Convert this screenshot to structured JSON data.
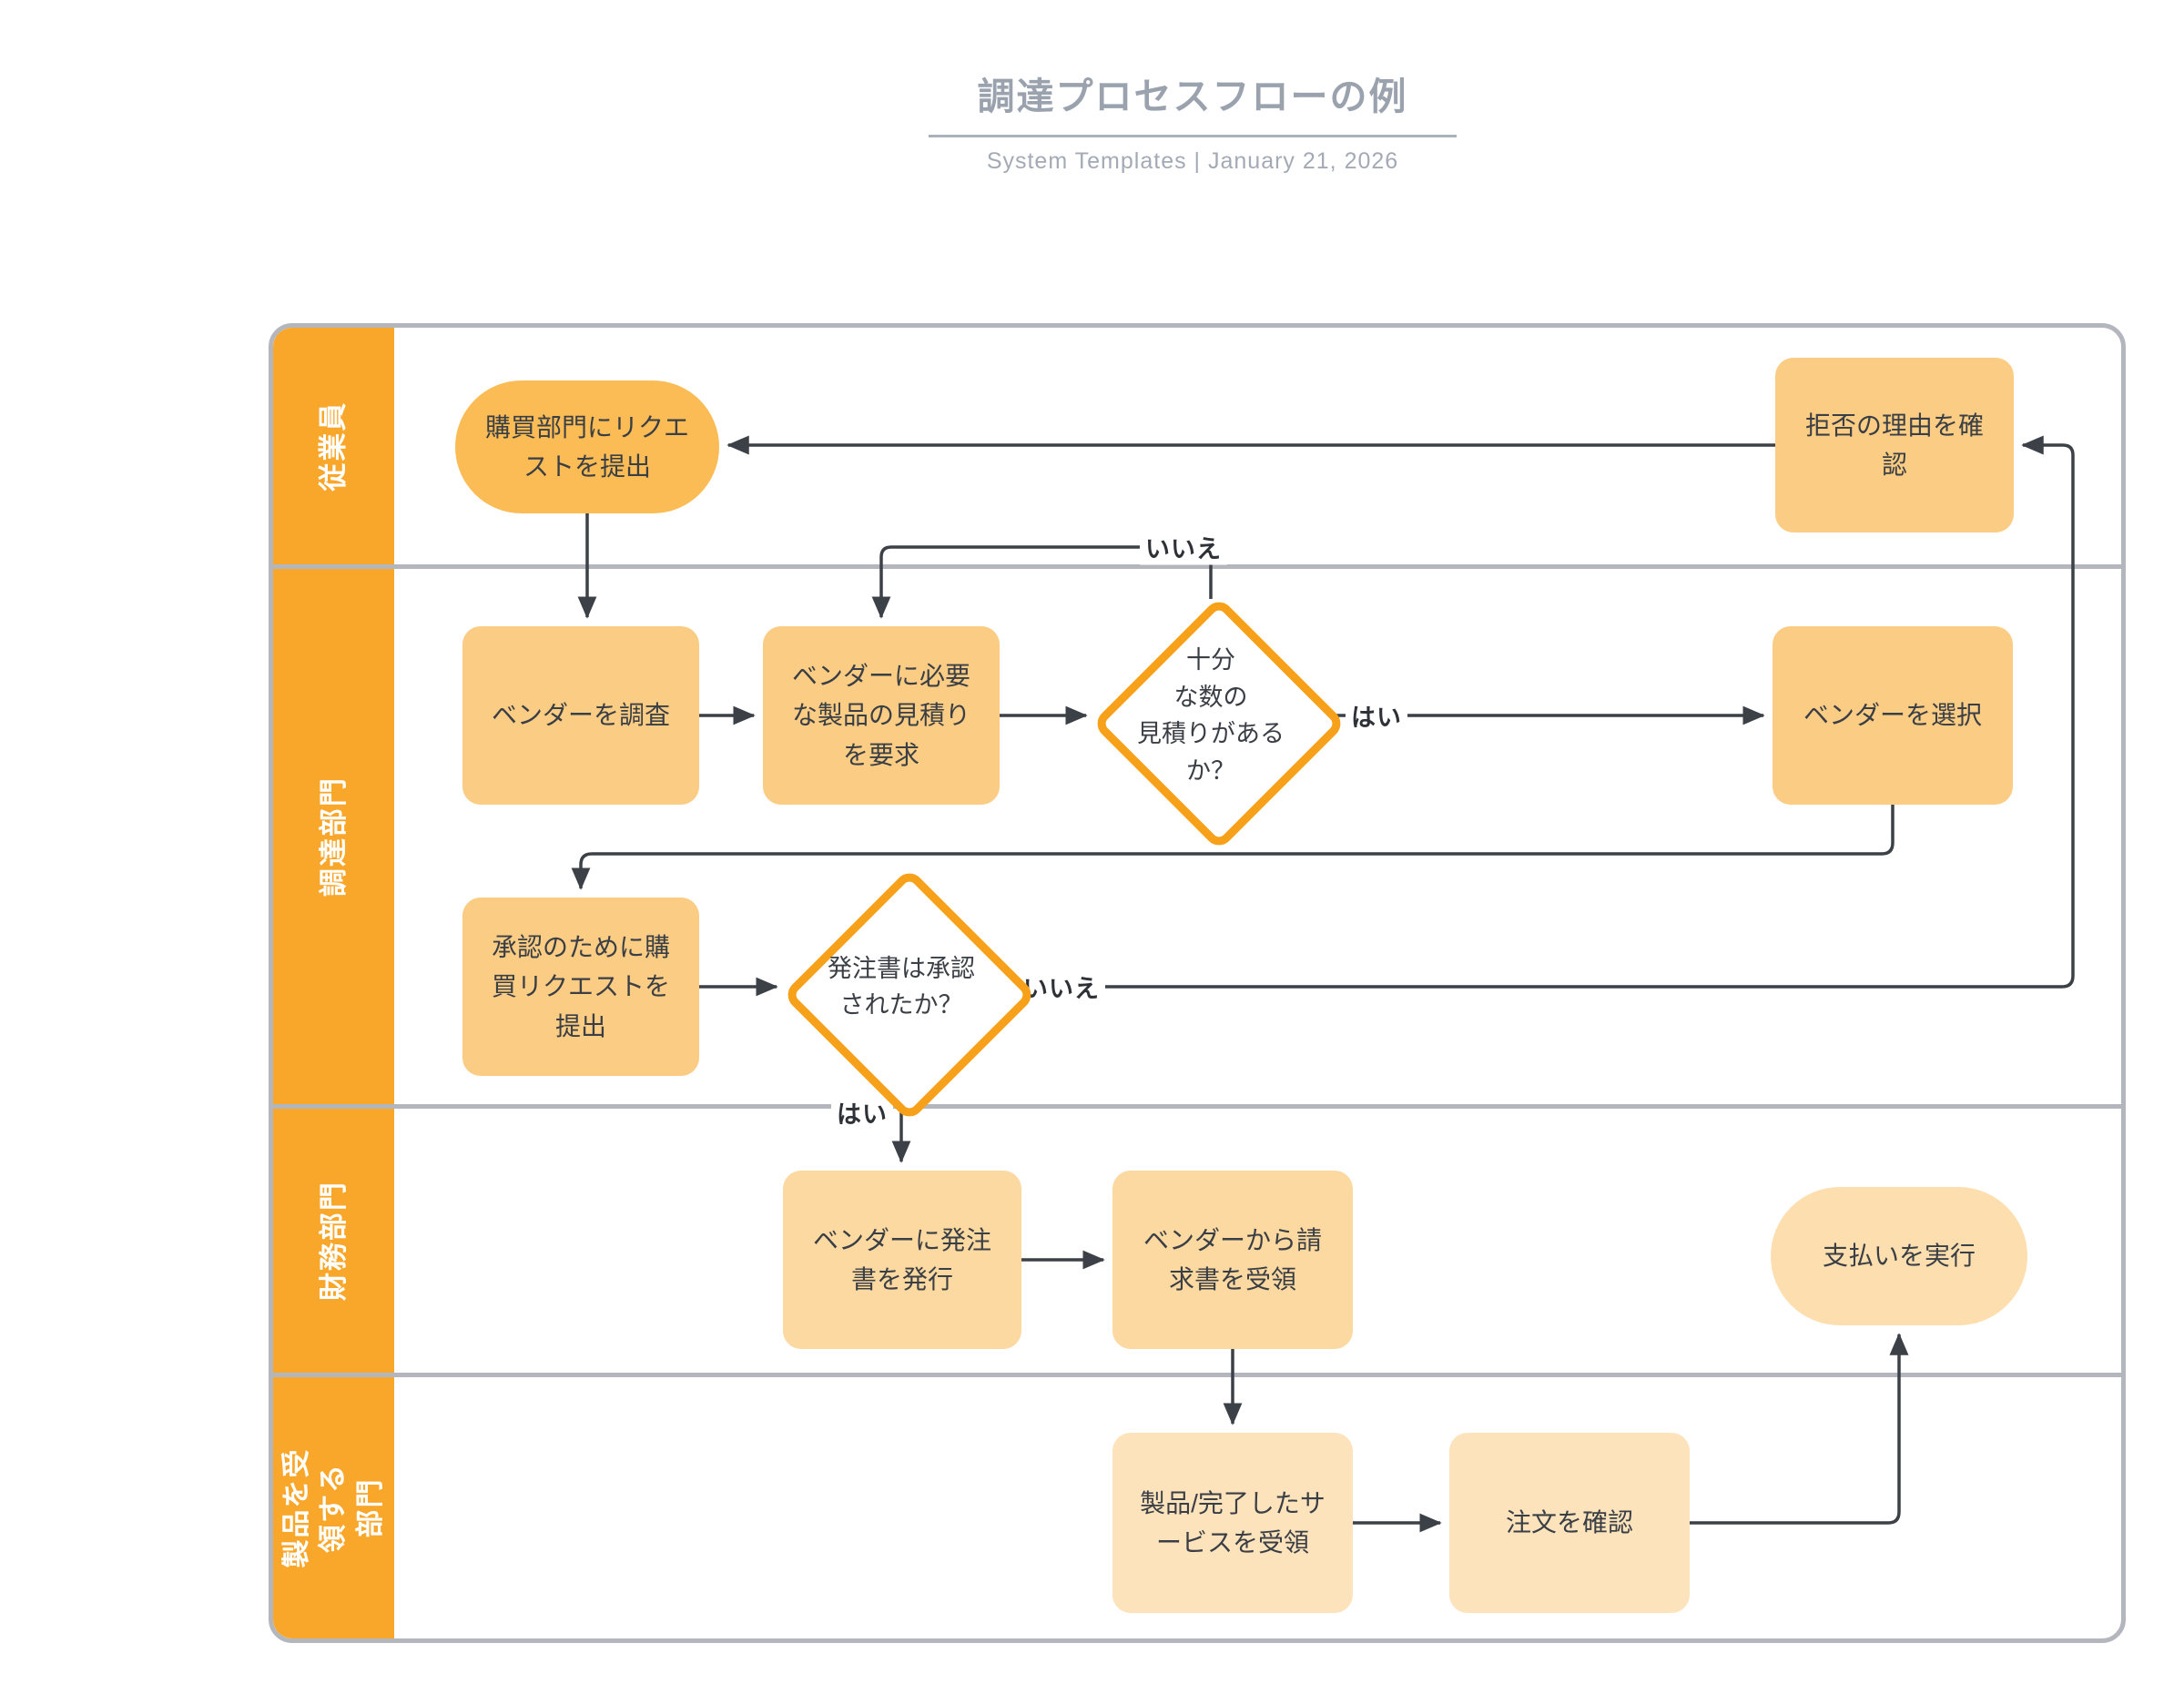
{
  "header": {
    "title": "調達プロセスフローの例",
    "subtitle": "System Templates  |  January 21, 2026"
  },
  "lanes": [
    {
      "label": "従業員"
    },
    {
      "label": "調達部門"
    },
    {
      "label": "財務部門"
    },
    {
      "label": "製品を受領する\n部門"
    }
  ],
  "nodes": {
    "submit_request": "購買部門にリクエ\nストを提出",
    "reject_check": "拒否の理由を確\n認",
    "research_vendors": "ベンダーを調査",
    "request_quotes": "ベンダーに必要\nな製品の見積り\nを要求",
    "enough_quotes": "十分\nな数の\n見積りがある\nか？",
    "select_vendor": "ベンダーを選択",
    "submit_purchase_request": "承認のために購\n買リクエストを\n提出",
    "po_approved": "発注書は承認\nされたか？",
    "issue_po": "ベンダーに発注\n書を発行",
    "receive_invoice": "ベンダーから請\n求書を受領",
    "execute_payment": "支払いを実行",
    "receive_products": "製品/完了したサ\nービスを受領",
    "confirm_order": "注文を確認"
  },
  "edge_labels": {
    "yes1": "はい",
    "no1": "いいえ",
    "yes2": "はい",
    "no2": "いいえ"
  },
  "colors": {
    "accent": "#f9a72b",
    "diamond-border": "#f7a019",
    "node-a": "#fbbc55",
    "node-b": "#fbcc83",
    "node-c": "#fcd9a1",
    "node-d": "#fddfaf",
    "node-e": "#fce3bc",
    "line": "#3c4047",
    "divider": "#b3b7bd",
    "title": "#9aa2ae",
    "underline": "#aab1bb",
    "subtitle": "#a3aab5",
    "text": "#3a3e45"
  }
}
